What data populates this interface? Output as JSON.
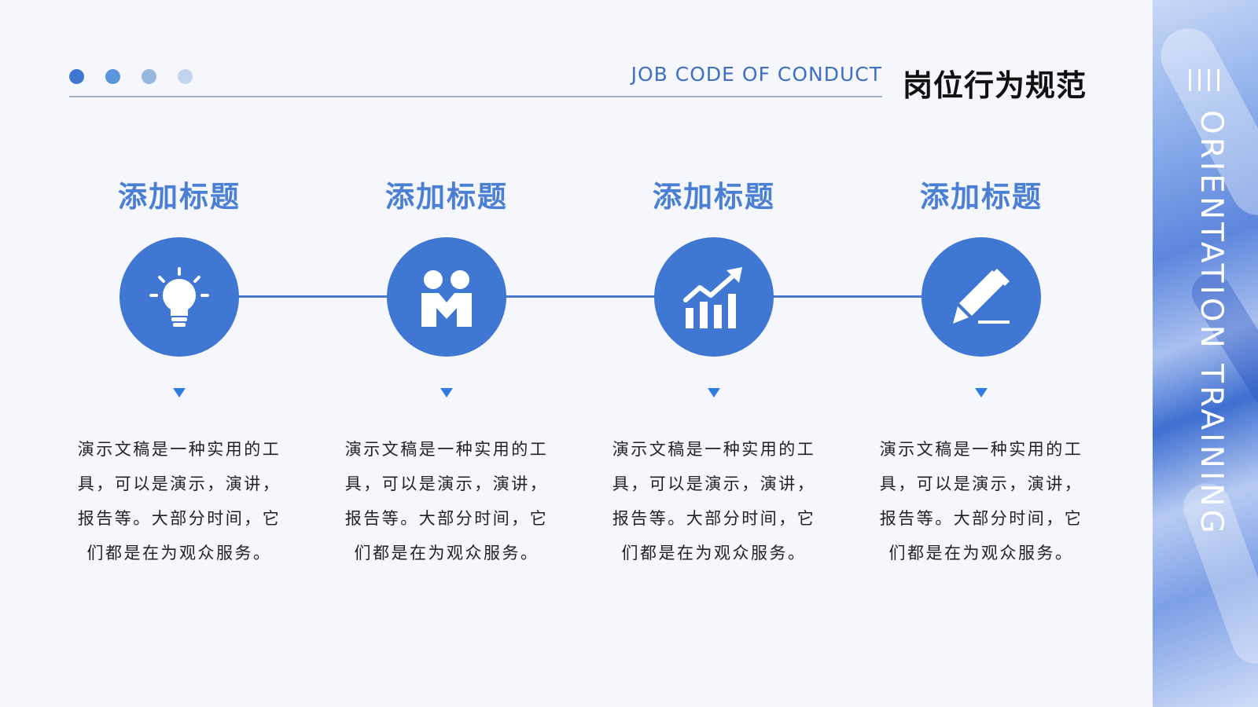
{
  "header": {
    "subtitle_en": "JOB CODE OF CONDUCT",
    "title_cn": "岗位行为规范",
    "dot_colors": [
      "#3f77d3",
      "#5b95dc",
      "#97b7de",
      "#c3d4ee"
    ]
  },
  "side_panel": {
    "vertical_text": "ORIENTATION TRAINING",
    "icon": "menu-lines-icon"
  },
  "steps": [
    {
      "title": "添加标题",
      "icon": "lightbulb-icon",
      "desc": "演示文稿是一种实用的工具，可以是演示，演讲，报告等。大部分时间，它们都是在为观众服务。"
    },
    {
      "title": "添加标题",
      "icon": "people-icon",
      "desc": "演示文稿是一种实用的工具，可以是演示，演讲，报告等。大部分时间，它们都是在为观众服务。"
    },
    {
      "title": "添加标题",
      "icon": "growth-chart-icon",
      "desc": "演示文稿是一种实用的工具，可以是演示，演讲，报告等。大部分时间，它们都是在为观众服务。"
    },
    {
      "title": "添加标题",
      "icon": "pencil-icon",
      "desc": "演示文稿是一种实用的工具，可以是演示，演讲，报告等。大部分时间，它们都是在为观众服务。"
    }
  ],
  "colors": {
    "accent": "#3f77d3",
    "title_blue": "#4b7fd4",
    "pointer": "#2f7de0"
  }
}
